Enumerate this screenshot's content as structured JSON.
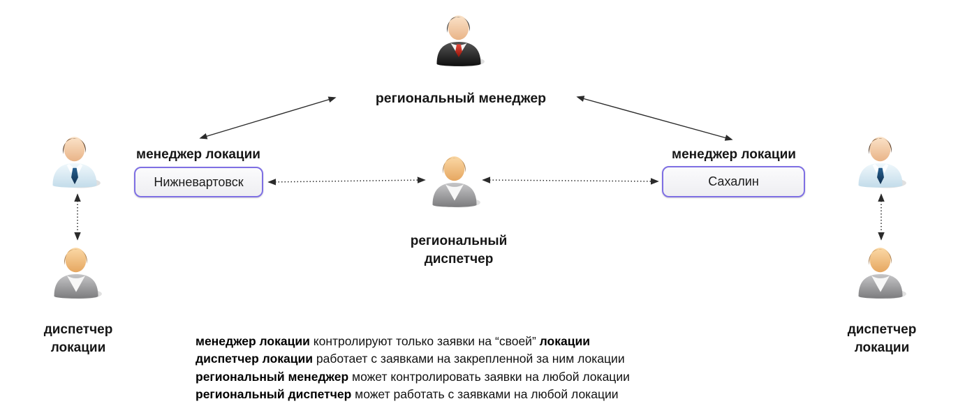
{
  "canvas": {
    "background": "#ffffff"
  },
  "colors": {
    "text": "#141414",
    "arrow": "#2b2b2b",
    "box_border": "#7e6fe3",
    "box_fill": "#f2f2f5"
  },
  "nodes": {
    "regional_manager": {
      "label": "региональный менеджер",
      "icon": "person-suit-icon"
    },
    "location_manager_left": {
      "label": "менеджер локации",
      "icon": "person-shirt-tie-icon"
    },
    "location_manager_right": {
      "label": "менеджер локации",
      "icon": "person-shirt-tie-icon"
    },
    "regional_dispatcher": {
      "label_line1": "региональный",
      "label_line2": "диспетчер",
      "icon": "person-gray-suit-icon"
    },
    "location_dispatcher_left": {
      "label_line1": "диспетчер",
      "label_line2": "локации",
      "icon": "person-gray-suit-icon"
    },
    "location_dispatcher_right": {
      "label_line1": "диспетчер",
      "label_line2": "локации",
      "icon": "person-gray-suit-icon"
    }
  },
  "location_boxes": {
    "left": {
      "value": "Нижневартовск"
    },
    "right": {
      "value": "Сахалин"
    }
  },
  "legend": {
    "lines": [
      {
        "b1": "менеджер локации",
        "t1": " контролируют только заявки на “своей” ",
        "b2": "локации"
      },
      {
        "b1": "диспетчер локации",
        "t1": " работает с заявками на закрепленной за ним локации",
        "b2": ""
      },
      {
        "b1": "региональный менеджер",
        "t1": " может контролировать заявки на любой локации",
        "b2": ""
      },
      {
        "b1": "региональный диспетчер",
        "t1": " может работать с заявками на любой локации",
        "b2": ""
      }
    ]
  },
  "connectors": [
    {
      "from": "региональный менеджер",
      "to": "менеджер локации (Нижневартовск)",
      "style": "solid",
      "bidirectional": true
    },
    {
      "from": "региональный менеджер",
      "to": "менеджер локации (Сахалин)",
      "style": "solid",
      "bidirectional": true
    },
    {
      "from": "Нижневартовск",
      "to": "региональный диспетчер",
      "style": "dotted",
      "bidirectional": true
    },
    {
      "from": "региональный диспетчер",
      "to": "Сахалин",
      "style": "dotted",
      "bidirectional": true
    },
    {
      "from": "менеджер локации (левый)",
      "to": "диспетчер локации (левый)",
      "style": "dotted",
      "bidirectional": true
    },
    {
      "from": "менеджер локации (правый)",
      "to": "диспетчер локации (правый)",
      "style": "dotted",
      "bidirectional": true
    }
  ]
}
